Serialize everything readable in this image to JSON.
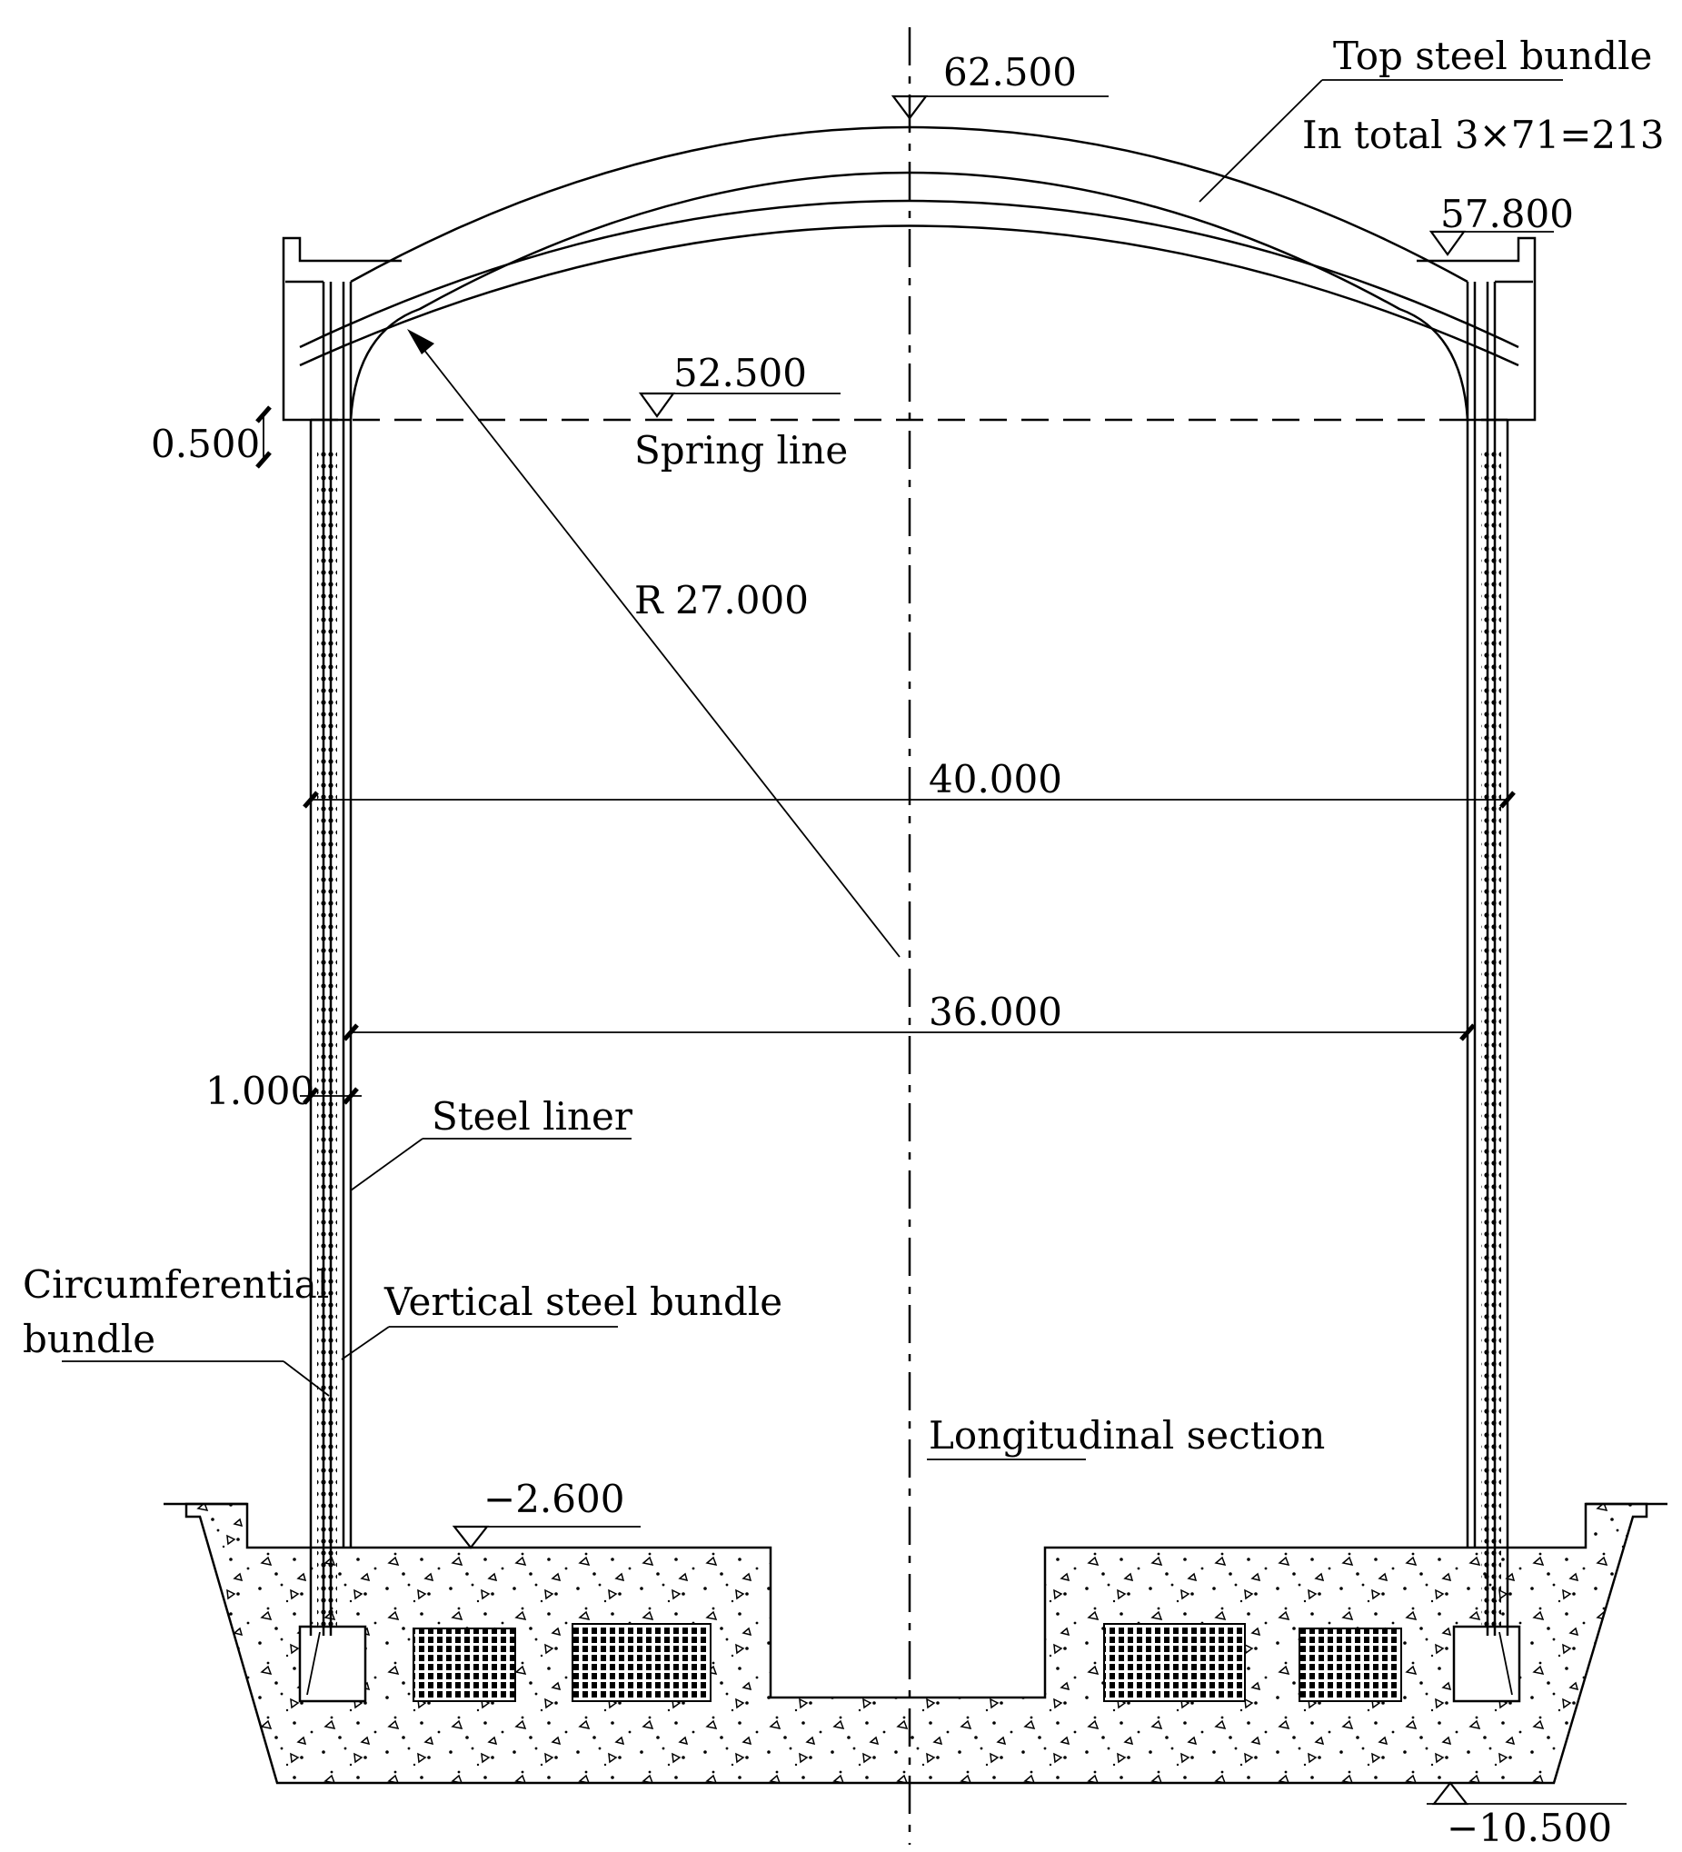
{
  "labels": {
    "top_steel_bundle": "Top steel bundle",
    "in_total": "In total 3×71=213",
    "spring_line": "Spring line",
    "steel_liner": "Steel liner",
    "circumferential_1": "Circumferential",
    "circumferential_2": "bundle",
    "vertical_steel_bundle": "Vertical steel bundle",
    "longitudinal_section": "Longitudinal section"
  },
  "elevations": {
    "dome_top": "62.500",
    "cap_top": "57.800",
    "spring_line": "52.500",
    "raft_top": "−2.600",
    "raft_bottom": "−10.500"
  },
  "dimensions": {
    "offset": "0.500",
    "dome_radius": "R 27.000",
    "outer_diameter": "40.000",
    "inner_diameter": "36.000",
    "wall_thickness": "1.000"
  }
}
